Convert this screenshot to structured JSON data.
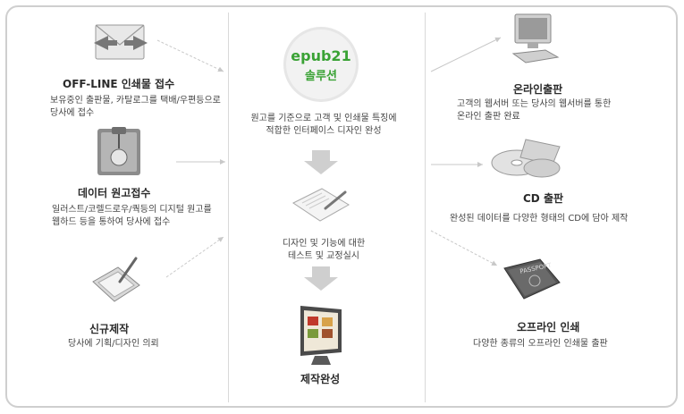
{
  "left": {
    "offline": {
      "title": "OFF-LINE 인쇄물 접수",
      "line1": "보유중인 출판물, 카탈로그를 택배/우편등으로",
      "line2": "당사에 접수"
    },
    "data": {
      "title": "데이터 원고접수",
      "line1": "일러스트/코렐드로우/쿽등의 디지털 원고를",
      "line2": "웹하드 등을 통하여 당사에 접수"
    },
    "new": {
      "title": "신규제작",
      "line1": "당사에 기획/디자인 의뢰"
    }
  },
  "center": {
    "brand": "epub21",
    "brand_sub": "솔루션",
    "step1": {
      "line1": "원고를 기준으로 고객 및 인쇄물 특징에",
      "line2": "적합한 인터페이스 디자인 완성"
    },
    "step2": {
      "line1": "디자인 및 기능에 대한",
      "line2": "테스트 및 교정실시"
    },
    "done": "제작완성"
  },
  "right": {
    "online": {
      "title": "온라인출판",
      "line1": "고객의 웹서버 또는 당사의 웹서버를 통한",
      "line2": "온라인 출판 완료"
    },
    "cd": {
      "title": "CD 출판",
      "line1": "완성된 데이터를 다양한 형태의 CD에 담아 제작"
    },
    "offline_print": {
      "title": "오프라인 인쇄",
      "line1": "다양한 종류의 오프라인 인쇄물 출판"
    }
  },
  "icons": {
    "mail": "envelope-icon",
    "folder": "folder-icon",
    "pda": "pda-stylus-icon",
    "document": "document-pen-icon",
    "monitor_done": "monitor-catalog-icon",
    "computer": "computer-icon",
    "cd": "cd-discs-icon",
    "passport": "passport-book-icon"
  },
  "colors": {
    "brand_green": "#3aa235",
    "arrow_gray": "#c8c8c8",
    "frame": "#cfcfcf"
  }
}
